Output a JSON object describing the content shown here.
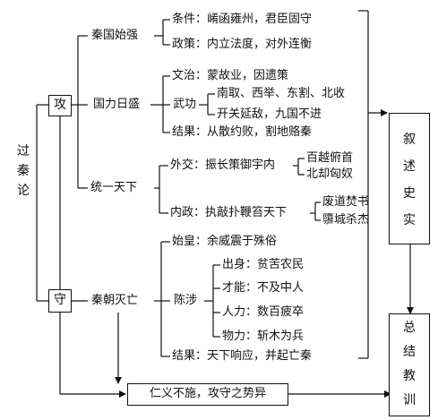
{
  "root": "过秦论",
  "gong": "攻",
  "shou": "守",
  "branch1": {
    "title": "秦国始强",
    "items": [
      "条件：崤函雍州，君臣固守",
      "政策：内立法度，对外连衡"
    ]
  },
  "branch2": {
    "title": "国力日盛",
    "wenzhi": "文治：蒙故业，因遗策",
    "wugong_label": "武功",
    "wugong_items": [
      "南取、西举、东割、北收",
      "开关延敌，九国不进"
    ],
    "result": "结果：从散约败，割地赂秦"
  },
  "branch3": {
    "title": "统一天下",
    "waijiao_label": "外交：振长策御宇内",
    "waijiao_items": [
      "百越俯首",
      "北却匈奴"
    ],
    "neizheng_label": "内政：执敲扑鞭笞天下",
    "neizheng_items": [
      "废道焚书",
      "隳城杀杰"
    ]
  },
  "branch4": {
    "title": "秦朝灭亡",
    "shihuang": "始皇：余威震于殊俗",
    "chensheng_label": "陈涉",
    "chensheng_items": [
      "出身：贫苦农民",
      "才能：不及中人",
      "人力：数百疲卒",
      "物力：斩木为兵"
    ],
    "result": "结果：天下响应，并起亡秦"
  },
  "conclusion": "仁义不施，攻守之势异",
  "side1": "叙述史实",
  "side2": "总结教训"
}
